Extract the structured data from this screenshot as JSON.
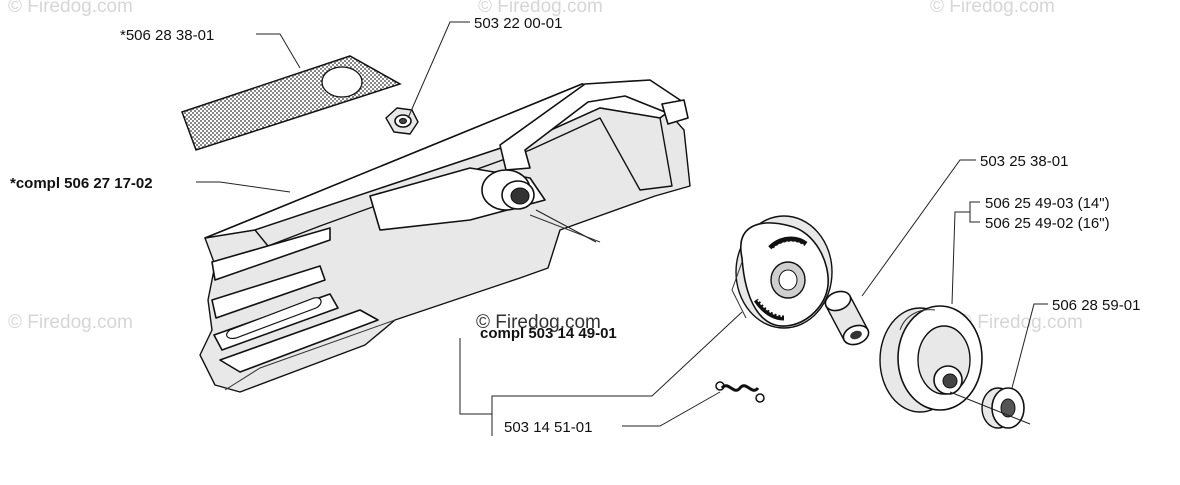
{
  "watermarks": {
    "top_left": "© Firedog.com",
    "top_center": "© Firedog.com",
    "top_right": "© Firedog.com",
    "mid_left": "© Firedog.com",
    "mid_center": "© Firedog.com",
    "mid_right": "© Firedog.com"
  },
  "labels": {
    "decal": "*506 28 38-01",
    "nut": "503 22 00-01",
    "clutch_cover": "*compl 506 27 17-02",
    "bearing": "503 25 38-01",
    "drum_14": "506 25 49-03 (14\")",
    "drum_16": "506 25 49-02 (16\")",
    "washer": "506 28 59-01",
    "clutch_assembly": "compl 503 14 49-01",
    "spring": "503 14 51-01"
  }
}
